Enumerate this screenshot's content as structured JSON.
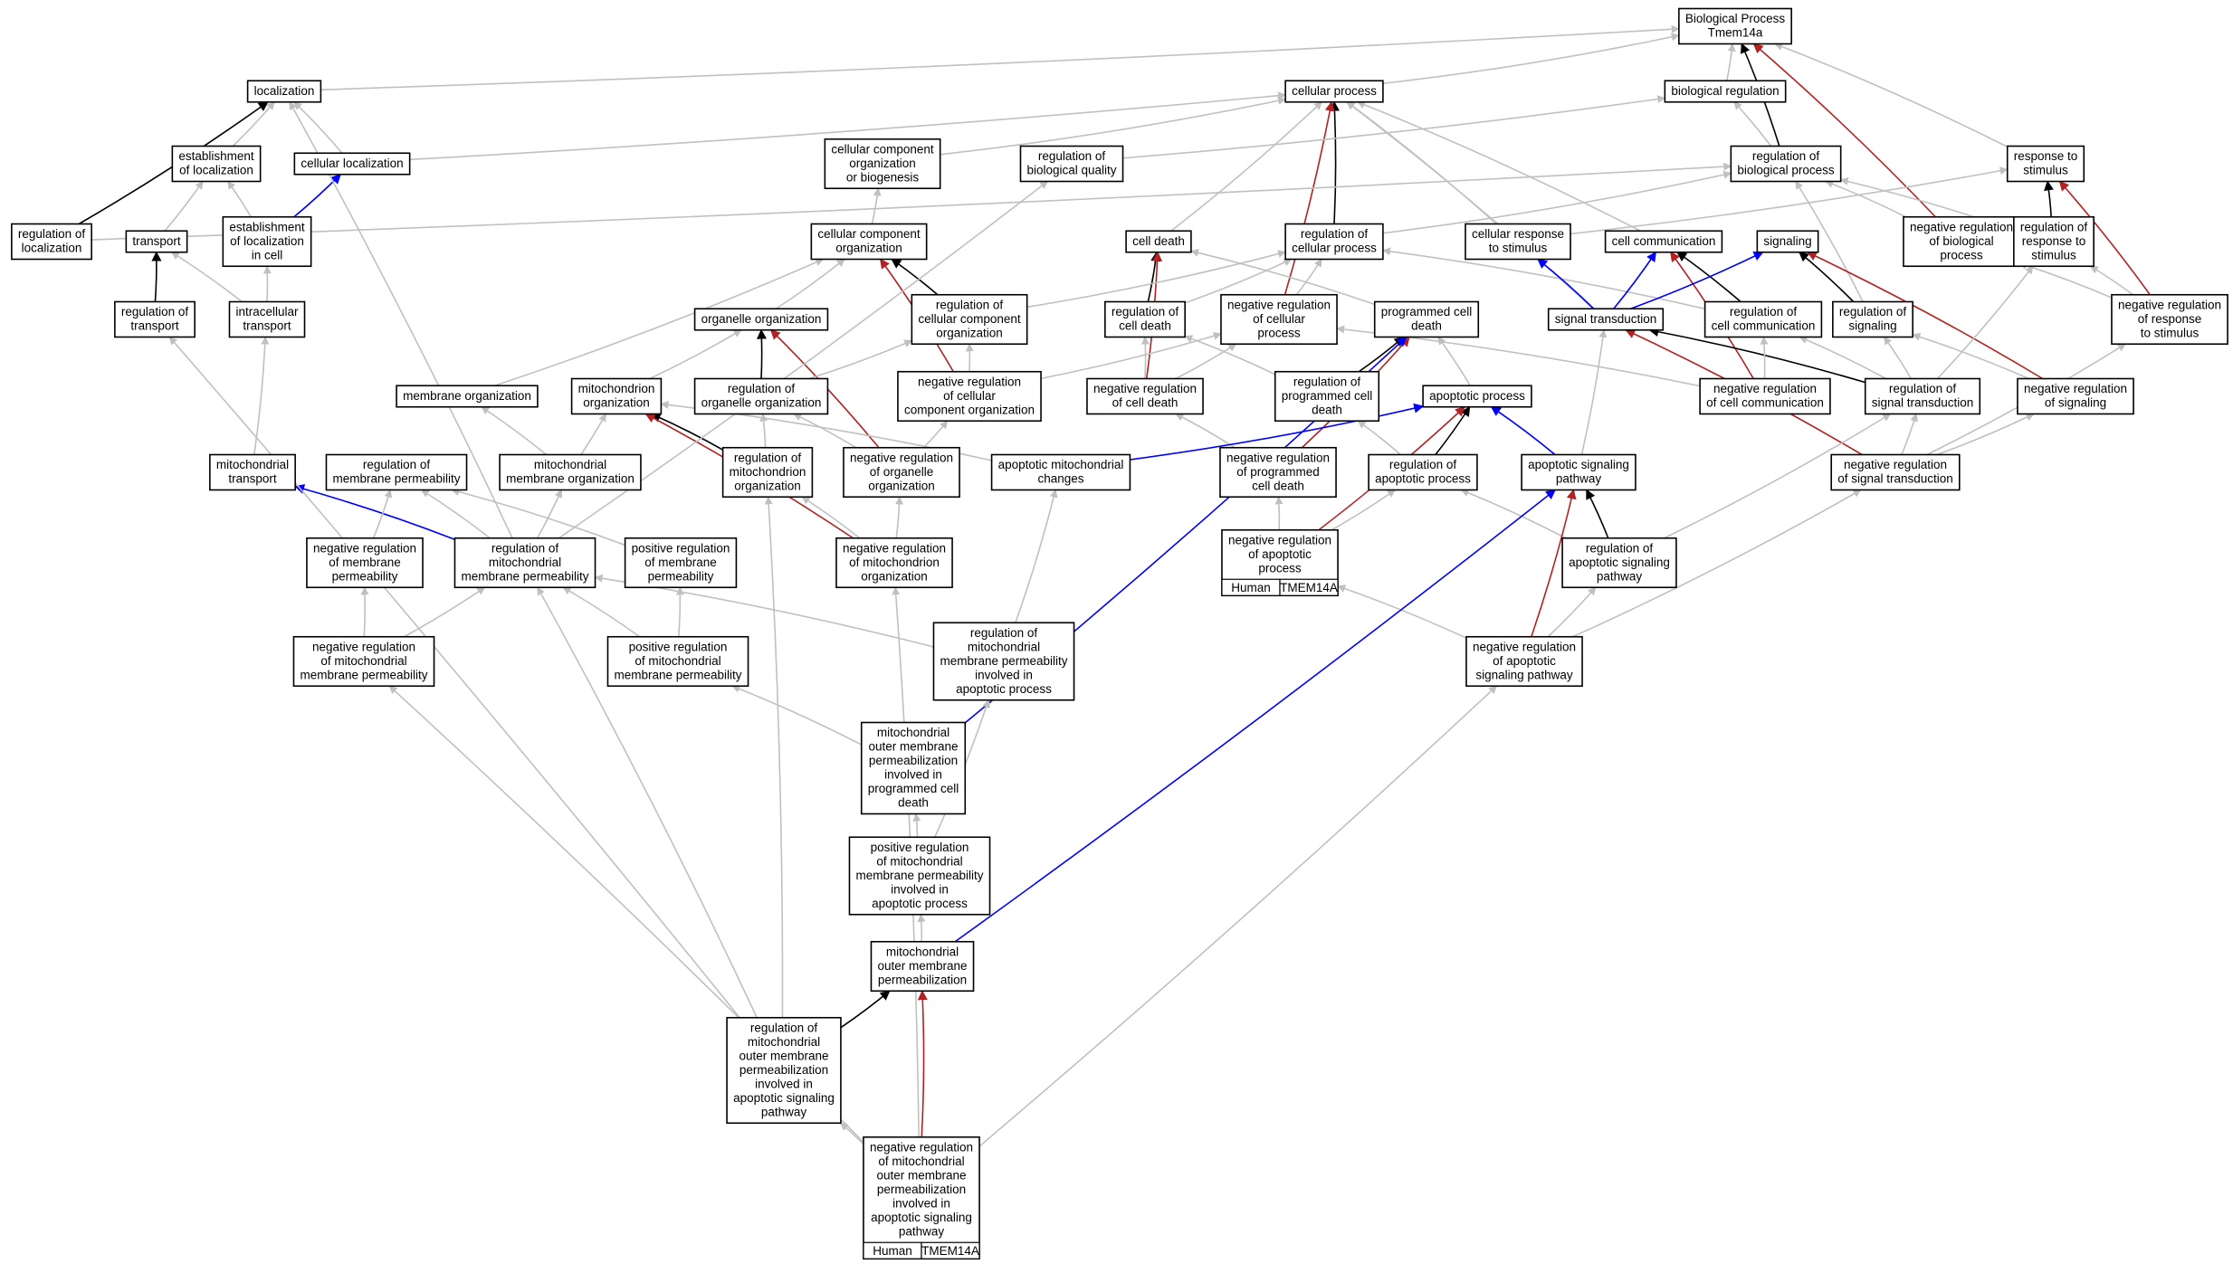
{
  "colors": {
    "is_a": "#c0c0c0",
    "part_of": "#000000",
    "regulates": "#0000ff",
    "negatively_regulates": "#b22222",
    "annotation_fill": "#ff6347"
  },
  "nodes": [
    {
      "id": "bp",
      "lines": [
        "Biological Process",
        "Tmem14a"
      ]
    },
    {
      "id": "loc",
      "lines": [
        "localization"
      ]
    },
    {
      "id": "cp",
      "lines": [
        "cellular process"
      ]
    },
    {
      "id": "breg",
      "lines": [
        "biological regulation"
      ]
    },
    {
      "id": "estloc",
      "lines": [
        "establishment",
        "of localization"
      ]
    },
    {
      "id": "cellloc",
      "lines": [
        "cellular localization"
      ]
    },
    {
      "id": "ccob",
      "lines": [
        "cellular component",
        "organization",
        "or biogenesis"
      ]
    },
    {
      "id": "rbq",
      "lines": [
        "regulation of",
        "biological quality"
      ]
    },
    {
      "id": "rbp",
      "lines": [
        "regulation of",
        "biological process"
      ]
    },
    {
      "id": "rts",
      "lines": [
        "response to",
        "stimulus"
      ]
    },
    {
      "id": "rloc",
      "lines": [
        "regulation of",
        "localization"
      ]
    },
    {
      "id": "transport",
      "lines": [
        "transport"
      ]
    },
    {
      "id": "estloccell",
      "lines": [
        "establishment",
        "of localization",
        "in cell"
      ]
    },
    {
      "id": "cco",
      "lines": [
        "cellular component",
        "organization"
      ]
    },
    {
      "id": "celldeath",
      "lines": [
        "cell death"
      ]
    },
    {
      "id": "rcp",
      "lines": [
        "regulation of",
        "cellular process"
      ]
    },
    {
      "id": "crs",
      "lines": [
        "cellular response",
        "to stimulus"
      ]
    },
    {
      "id": "cellcomm",
      "lines": [
        "cell communication"
      ]
    },
    {
      "id": "signaling",
      "lines": [
        "signaling"
      ]
    },
    {
      "id": "nrbp",
      "lines": [
        "negative regulation",
        "of biological",
        "process"
      ]
    },
    {
      "id": "rrts",
      "lines": [
        "regulation of",
        "response to",
        "stimulus"
      ]
    },
    {
      "id": "rtransport",
      "lines": [
        "regulation of",
        "transport"
      ]
    },
    {
      "id": "ict",
      "lines": [
        "intracellular",
        "transport"
      ]
    },
    {
      "id": "orgorg",
      "lines": [
        "organelle organization"
      ]
    },
    {
      "id": "rccorg",
      "lines": [
        "regulation of",
        "cellular component",
        "organization"
      ]
    },
    {
      "id": "rcd",
      "lines": [
        "regulation of",
        "cell death"
      ]
    },
    {
      "id": "nrcp",
      "lines": [
        "negative regulation",
        "of cellular",
        "process"
      ]
    },
    {
      "id": "pcd",
      "lines": [
        "programmed cell",
        "death"
      ]
    },
    {
      "id": "st",
      "lines": [
        "signal transduction"
      ]
    },
    {
      "id": "rcc",
      "lines": [
        "regulation of",
        "cell communication"
      ]
    },
    {
      "id": "rsig",
      "lines": [
        "regulation of",
        "signaling"
      ]
    },
    {
      "id": "nrrts",
      "lines": [
        "negative regulation",
        "of response",
        "to stimulus"
      ]
    },
    {
      "id": "memorg",
      "lines": [
        "membrane organization"
      ]
    },
    {
      "id": "mitoorg",
      "lines": [
        "mitochondrion",
        "organization"
      ]
    },
    {
      "id": "rorgorg",
      "lines": [
        "regulation of",
        "organelle organization"
      ]
    },
    {
      "id": "nrccorg",
      "lines": [
        "negative regulation",
        "of cellular",
        "component organization"
      ]
    },
    {
      "id": "nrcd",
      "lines": [
        "negative regulation",
        "of cell death"
      ]
    },
    {
      "id": "rpcd",
      "lines": [
        "regulation of",
        "programmed cell",
        "death"
      ]
    },
    {
      "id": "ap",
      "lines": [
        "apoptotic process"
      ]
    },
    {
      "id": "nrcc",
      "lines": [
        "negative regulation",
        "of cell communication"
      ]
    },
    {
      "id": "rst",
      "lines": [
        "regulation of",
        "signal transduction"
      ]
    },
    {
      "id": "nrsig",
      "lines": [
        "negative regulation",
        "of signaling"
      ]
    },
    {
      "id": "mitotr",
      "lines": [
        "mitochondrial",
        "transport"
      ]
    },
    {
      "id": "rmp",
      "lines": [
        "regulation of",
        "membrane permeability"
      ]
    },
    {
      "id": "mitomemorg",
      "lines": [
        "mitochondrial",
        "membrane organization"
      ]
    },
    {
      "id": "rmitoorg",
      "lines": [
        "regulation of",
        "mitochondrion",
        "organization"
      ]
    },
    {
      "id": "nrorgorg",
      "lines": [
        "negative regulation",
        "of organelle",
        "organization"
      ]
    },
    {
      "id": "amc",
      "lines": [
        "apoptotic mitochondrial",
        "changes"
      ]
    },
    {
      "id": "nrpcd",
      "lines": [
        "negative regulation",
        "of programmed",
        "cell death"
      ]
    },
    {
      "id": "rap",
      "lines": [
        "regulation of",
        "apoptotic process"
      ]
    },
    {
      "id": "asp",
      "lines": [
        "apoptotic signaling",
        "pathway"
      ]
    },
    {
      "id": "nrst",
      "lines": [
        "negative regulation",
        "of signal transduction"
      ]
    },
    {
      "id": "nrmp",
      "lines": [
        "negative regulation",
        "of membrane",
        "permeability"
      ]
    },
    {
      "id": "rmmp",
      "lines": [
        "regulation of",
        "mitochondrial",
        "membrane permeability"
      ]
    },
    {
      "id": "prmp",
      "lines": [
        "positive regulation",
        "of membrane",
        "permeability"
      ]
    },
    {
      "id": "nrmitoorg",
      "lines": [
        "negative regulation",
        "of mitochondrion",
        "organization"
      ]
    },
    {
      "id": "nrap",
      "lines": [
        "negative regulation",
        "of apoptotic",
        "process"
      ],
      "annotation": [
        "Human",
        "TMEM14A"
      ]
    },
    {
      "id": "rasp",
      "lines": [
        "regulation of",
        "apoptotic signaling",
        "pathway"
      ]
    },
    {
      "id": "nrmmp",
      "lines": [
        "negative regulation",
        "of mitochondrial",
        "membrane permeability"
      ]
    },
    {
      "id": "prmmp",
      "lines": [
        "positive regulation",
        "of mitochondrial",
        "membrane permeability"
      ]
    },
    {
      "id": "rmmpap",
      "lines": [
        "regulation of",
        "mitochondrial",
        "membrane permeability",
        "involved in",
        "apoptotic process"
      ]
    },
    {
      "id": "nrasp",
      "lines": [
        "negative regulation",
        "of apoptotic",
        "signaling pathway"
      ]
    },
    {
      "id": "mompcd",
      "lines": [
        "mitochondrial",
        "outer membrane",
        "permeabilization",
        "involved in",
        "programmed cell",
        "death"
      ]
    },
    {
      "id": "prmmpap",
      "lines": [
        "positive regulation",
        "of mitochondrial",
        "membrane permeability",
        "involved in",
        "apoptotic process"
      ]
    },
    {
      "id": "momp",
      "lines": [
        "mitochondrial",
        "outer membrane",
        "permeabilization"
      ]
    },
    {
      "id": "rmompasp",
      "lines": [
        "regulation of",
        "mitochondrial",
        "outer membrane",
        "permeabilization",
        "involved in",
        "apoptotic signaling",
        "pathway"
      ]
    },
    {
      "id": "nrmompasp",
      "lines": [
        "negative regulation",
        "of mitochondrial",
        "outer membrane",
        "permeabilization",
        "involved in",
        "apoptotic signaling",
        "pathway"
      ],
      "annotation": [
        "Human",
        "TMEM14A"
      ]
    }
  ],
  "edges": [
    [
      "loc",
      "bp",
      "is_a"
    ],
    [
      "cp",
      "bp",
      "is_a"
    ],
    [
      "breg",
      "bp",
      "is_a"
    ],
    [
      "rbp",
      "bp",
      "part_of"
    ],
    [
      "nrbp",
      "bp",
      "negatively_regulates"
    ],
    [
      "rts",
      "bp",
      "is_a"
    ],
    [
      "estloc",
      "loc",
      "is_a"
    ],
    [
      "cellloc",
      "loc",
      "is_a"
    ],
    [
      "rloc",
      "loc",
      "part_of"
    ],
    [
      "cellloc",
      "cp",
      "is_a"
    ],
    [
      "ccob",
      "cp",
      "is_a"
    ],
    [
      "celldeath",
      "cp",
      "is_a"
    ],
    [
      "rcp",
      "cp",
      "part_of"
    ],
    [
      "nrcp",
      "cp",
      "negatively_regulates"
    ],
    [
      "crs",
      "cp",
      "is_a"
    ],
    [
      "cellcomm",
      "cp",
      "is_a"
    ],
    [
      "st",
      "cp",
      "is_a"
    ],
    [
      "rbq",
      "breg",
      "is_a"
    ],
    [
      "rbp",
      "breg",
      "is_a"
    ],
    [
      "rloc",
      "rbp",
      "is_a"
    ],
    [
      "rcp",
      "rbp",
      "is_a"
    ],
    [
      "nrbp",
      "rbp",
      "is_a"
    ],
    [
      "rsig",
      "rbp",
      "is_a"
    ],
    [
      "rrts",
      "rbp",
      "is_a"
    ],
    [
      "crs",
      "rts",
      "is_a"
    ],
    [
      "rrts",
      "rts",
      "part_of"
    ],
    [
      "nrrts",
      "rts",
      "negatively_regulates"
    ],
    [
      "transport",
      "estloc",
      "is_a"
    ],
    [
      "estloccell",
      "estloc",
      "is_a"
    ],
    [
      "estloccell",
      "cellloc",
      "regulates"
    ],
    [
      "rtransport",
      "transport",
      "part_of"
    ],
    [
      "ict",
      "transport",
      "is_a"
    ],
    [
      "ict",
      "estloccell",
      "is_a"
    ],
    [
      "cco",
      "ccob",
      "is_a"
    ],
    [
      "orgorg",
      "cco",
      "is_a"
    ],
    [
      "rccorg",
      "cco",
      "part_of"
    ],
    [
      "nrccorg",
      "cco",
      "negatively_regulates"
    ],
    [
      "memorg",
      "cco",
      "is_a"
    ],
    [
      "rcd",
      "celldeath",
      "part_of"
    ],
    [
      "nrcd",
      "celldeath",
      "negatively_regulates"
    ],
    [
      "pcd",
      "celldeath",
      "is_a"
    ],
    [
      "rccorg",
      "rcp",
      "is_a"
    ],
    [
      "nrcp",
      "rcp",
      "is_a"
    ],
    [
      "rcd",
      "rcp",
      "is_a"
    ],
    [
      "rcc",
      "rcp",
      "is_a"
    ],
    [
      "st",
      "crs",
      "regulates"
    ],
    [
      "st",
      "cellcomm",
      "regulates"
    ],
    [
      "rcc",
      "cellcomm",
      "part_of"
    ],
    [
      "nrcc",
      "cellcomm",
      "negatively_regulates"
    ],
    [
      "st",
      "signaling",
      "regulates"
    ],
    [
      "rsig",
      "signaling",
      "part_of"
    ],
    [
      "nrsig",
      "signaling",
      "negatively_regulates"
    ],
    [
      "nrrts",
      "nrbp",
      "is_a"
    ],
    [
      "rst",
      "rrts",
      "is_a"
    ],
    [
      "nrrts",
      "rrts",
      "is_a"
    ],
    [
      "mitotr",
      "ict",
      "is_a"
    ],
    [
      "mitoorg",
      "orgorg",
      "is_a"
    ],
    [
      "rorgorg",
      "orgorg",
      "part_of"
    ],
    [
      "nrorgorg",
      "orgorg",
      "negatively_regulates"
    ],
    [
      "rorgorg",
      "rccorg",
      "is_a"
    ],
    [
      "nrccorg",
      "rccorg",
      "is_a"
    ],
    [
      "nrcd",
      "rcd",
      "is_a"
    ],
    [
      "nrcd",
      "nrcp",
      "is_a"
    ],
    [
      "nrccorg",
      "nrcp",
      "is_a"
    ],
    [
      "rpcd",
      "pcd",
      "part_of"
    ],
    [
      "nrpcd",
      "pcd",
      "negatively_regulates"
    ],
    [
      "ap",
      "pcd",
      "is_a"
    ],
    [
      "mompcd",
      "pcd",
      "regulates"
    ],
    [
      "rst",
      "st",
      "part_of"
    ],
    [
      "nrst",
      "st",
      "negatively_regulates"
    ],
    [
      "asp",
      "st",
      "is_a"
    ],
    [
      "nrcc",
      "rcc",
      "is_a"
    ],
    [
      "rst",
      "rcc",
      "is_a"
    ],
    [
      "rst",
      "rsig",
      "is_a"
    ],
    [
      "nrsig",
      "rsig",
      "is_a"
    ],
    [
      "nrcc",
      "nrcp",
      "is_a"
    ],
    [
      "nrst",
      "nrrts",
      "is_a"
    ],
    [
      "mitomemorg",
      "memorg",
      "is_a"
    ],
    [
      "mitomemorg",
      "mitoorg",
      "is_a"
    ],
    [
      "rmitoorg",
      "mitoorg",
      "part_of"
    ],
    [
      "nrmitoorg",
      "mitoorg",
      "negatively_regulates"
    ],
    [
      "rmitoorg",
      "rorgorg",
      "is_a"
    ],
    [
      "nrorgorg",
      "nrccorg",
      "is_a"
    ],
    [
      "nrorgorg",
      "rorgorg",
      "is_a"
    ],
    [
      "rpcd",
      "rcd",
      "is_a"
    ],
    [
      "nrpcd",
      "nrcd",
      "is_a"
    ],
    [
      "rap",
      "rpcd",
      "is_a"
    ],
    [
      "amc",
      "ap",
      "regulates"
    ],
    [
      "rap",
      "ap",
      "part_of"
    ],
    [
      "nrap",
      "ap",
      "negatively_regulates"
    ],
    [
      "asp",
      "ap",
      "regulates"
    ],
    [
      "nrst",
      "rst",
      "is_a"
    ],
    [
      "nrst",
      "nrsig",
      "is_a"
    ],
    [
      "rasp",
      "rst",
      "is_a"
    ],
    [
      "rmmp",
      "loc",
      "is_a"
    ],
    [
      "rmmp",
      "rbq",
      "is_a"
    ],
    [
      "rmmp",
      "rmp",
      "is_a"
    ],
    [
      "amc",
      "mitoorg",
      "is_a"
    ],
    [
      "nrmitoorg",
      "rmitoorg",
      "is_a"
    ],
    [
      "nrmitoorg",
      "nrorgorg",
      "is_a"
    ],
    [
      "rmmp",
      "mitotr",
      "regulates"
    ],
    [
      "rmmp",
      "mitomemorg",
      "is_a"
    ],
    [
      "nrmp",
      "rmp",
      "is_a"
    ],
    [
      "prmp",
      "rmp",
      "is_a"
    ],
    [
      "nrap",
      "nrpcd",
      "is_a"
    ],
    [
      "nrap",
      "rap",
      "is_a"
    ],
    [
      "rasp",
      "rap",
      "is_a"
    ],
    [
      "rasp",
      "asp",
      "part_of"
    ],
    [
      "nrasp",
      "asp",
      "negatively_regulates"
    ],
    [
      "nrasp",
      "rasp",
      "is_a"
    ],
    [
      "nrasp",
      "nrst",
      "is_a"
    ],
    [
      "nrasp",
      "nrap",
      "is_a"
    ],
    [
      "nrmmp",
      "nrmp",
      "is_a"
    ],
    [
      "nrmmp",
      "rmmp",
      "is_a"
    ],
    [
      "prmmp",
      "rmmp",
      "is_a"
    ],
    [
      "prmmp",
      "prmp",
      "is_a"
    ],
    [
      "rmmpap",
      "rmmp",
      "is_a"
    ],
    [
      "rmmpap",
      "amc",
      "is_a"
    ],
    [
      "mompcd",
      "prmmp",
      "is_a"
    ],
    [
      "prmmpap",
      "rmmpap",
      "is_a"
    ],
    [
      "prmmpap",
      "mompcd",
      "is_a"
    ],
    [
      "momp",
      "prmmpap",
      "is_a"
    ],
    [
      "momp",
      "asp",
      "regulates"
    ],
    [
      "rmompasp",
      "momp",
      "part_of"
    ],
    [
      "nrmompasp",
      "momp",
      "negatively_regulates"
    ],
    [
      "rmompasp",
      "rtransport",
      "is_a"
    ],
    [
      "rmompasp",
      "rmitoorg",
      "is_a"
    ],
    [
      "rmompasp",
      "rmmp",
      "is_a"
    ],
    [
      "nrmompasp",
      "rmompasp",
      "is_a"
    ],
    [
      "nrmompasp",
      "nrmmp",
      "is_a"
    ],
    [
      "nrmompasp",
      "nrmitoorg",
      "is_a"
    ],
    [
      "nrmompasp",
      "nrasp",
      "is_a"
    ]
  ]
}
